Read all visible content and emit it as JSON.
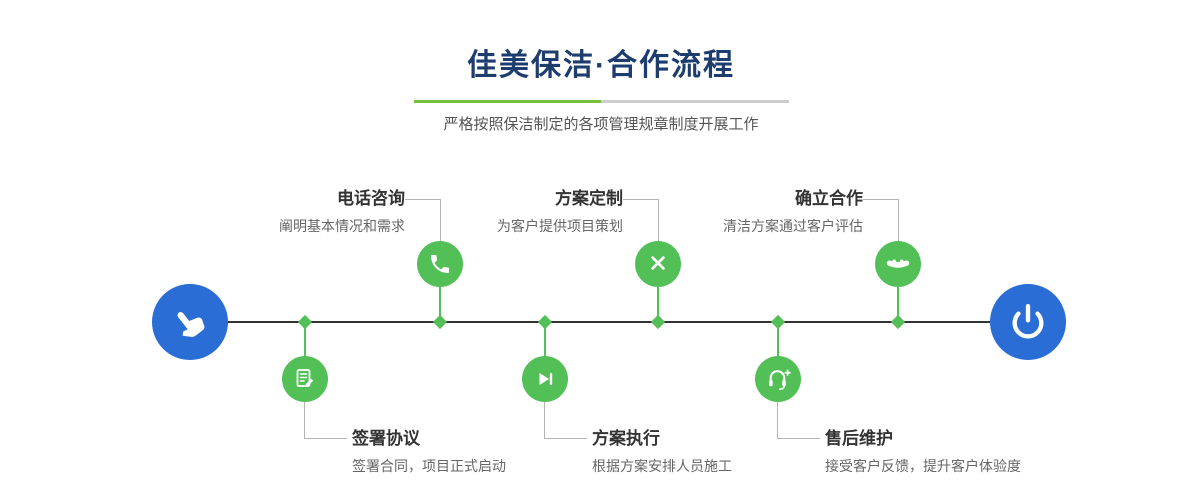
{
  "header": {
    "title": "佳美保洁·合作流程",
    "subtitle": "严格按照保洁制定的各项管理规章制度开展工作"
  },
  "colors": {
    "title": "#1d3d6e",
    "blue": "#2a6dd5",
    "green": "#53c057",
    "dividerGreen": "#74bf3f",
    "dividerGray": "#cccccc",
    "lineDark": "#333333",
    "connector": "#b5b5b5"
  },
  "timeline": {
    "start_icon": "hand-pointer-icon",
    "end_icon": "power-icon",
    "steps_top": [
      {
        "title": "电话咨询",
        "desc": "阐明基本情况和需求",
        "icon": "phone-icon"
      },
      {
        "title": "方案定制",
        "desc": "为客户提供项目策划",
        "icon": "pencil-tools-icon"
      },
      {
        "title": "确立合作",
        "desc": "清洁方案通过客户评估",
        "icon": "handshake-icon"
      }
    ],
    "steps_bottom": [
      {
        "title": "签署协议",
        "desc": "签署合同，项目正式启动",
        "icon": "contract-icon"
      },
      {
        "title": "方案执行",
        "desc": "根据方案安排人员施工",
        "icon": "play-next-icon"
      },
      {
        "title": "售后维护",
        "desc": "接受客户反馈，提升客户体验度",
        "icon": "headset-plus-icon"
      }
    ]
  }
}
